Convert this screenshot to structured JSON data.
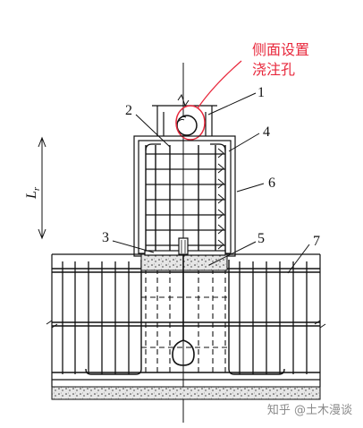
{
  "annotation": {
    "line1": "侧面设置",
    "line2": "浇注孔"
  },
  "labels": {
    "n1": "1",
    "n2": "2",
    "n3": "3",
    "n4": "4",
    "n5": "5",
    "n6": "6",
    "n7": "7",
    "lr_main": "L",
    "lr_sub": "r"
  },
  "watermark": "知乎 @土木漫谈",
  "colors": {
    "annotation": "#e8283c",
    "line": "#111111",
    "concrete_fill": "#e2e2e2"
  }
}
